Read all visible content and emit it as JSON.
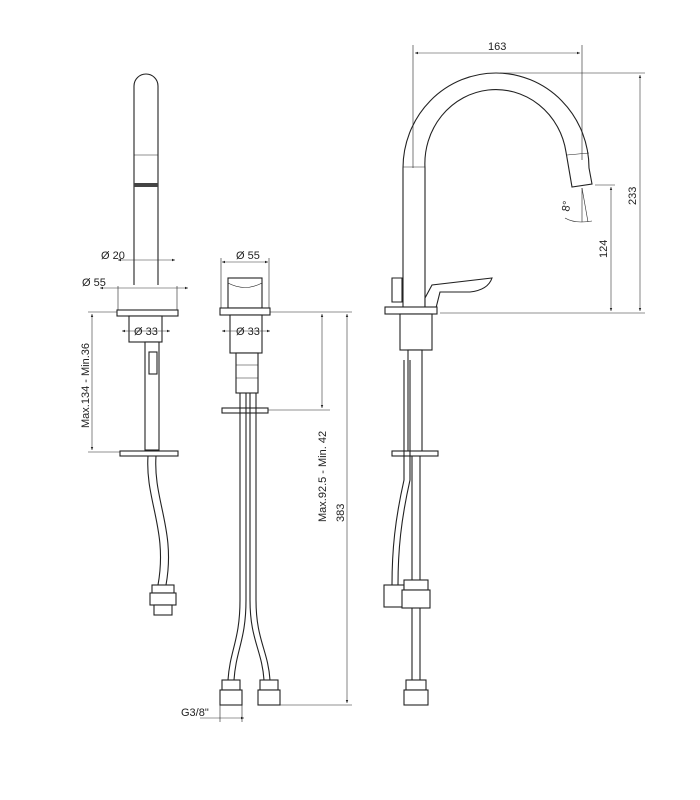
{
  "drawing": {
    "side_view": {
      "spout_diameter": "Ø 20",
      "base_diameter": "Ø 55",
      "body_diameter": "Ø 33",
      "deck_thickness": "Max.134 - Min.36"
    },
    "front_view": {
      "handle_diameter": "Ø 55",
      "body_diameter": "Ø 33",
      "deck_thickness": "Max.92.5 - Min. 42",
      "total_length": "383",
      "connection": "G3/8\""
    },
    "profile_view": {
      "reach": "163",
      "height": "233",
      "spout_height": "124",
      "spout_angle": "8°"
    }
  }
}
